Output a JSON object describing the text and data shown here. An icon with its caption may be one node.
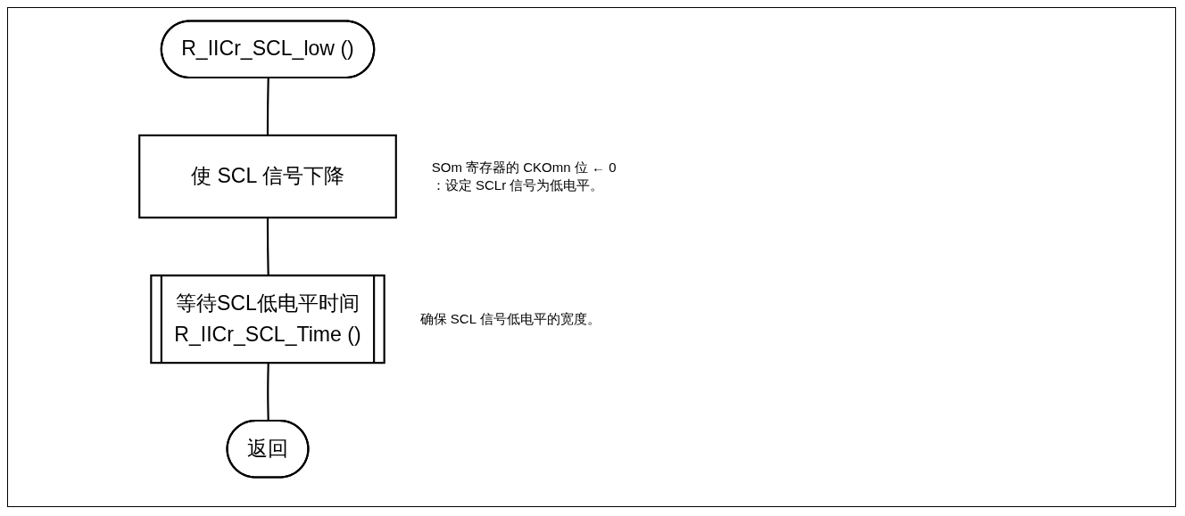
{
  "diagram": {
    "nodes": [
      {
        "text": [
          "R_IICr_SCL_low ()"
        ]
      },
      {
        "text": [
          "使 SCL 信号下降"
        ],
        "beside": [
          "SOm 寄存器的 CKOmn 位 ← 0",
          "：设定 SCLr 信号为低电平。"
        ]
      },
      {
        "text": [
          "等待SCL低电平时间",
          "R_IICr_SCL_Time ()"
        ],
        "beside": [
          "确保 SCL 信号低电平的宽度。"
        ]
      },
      {
        "text": [
          "返回"
        ]
      }
    ],
    "edges": [
      {
        "from": 0,
        "to": 1,
        "arrow": "none"
      },
      {
        "from": 1,
        "to": 2,
        "arrow": "none"
      },
      {
        "from": 2,
        "to": 3,
        "arrow": "none"
      }
    ]
  }
}
